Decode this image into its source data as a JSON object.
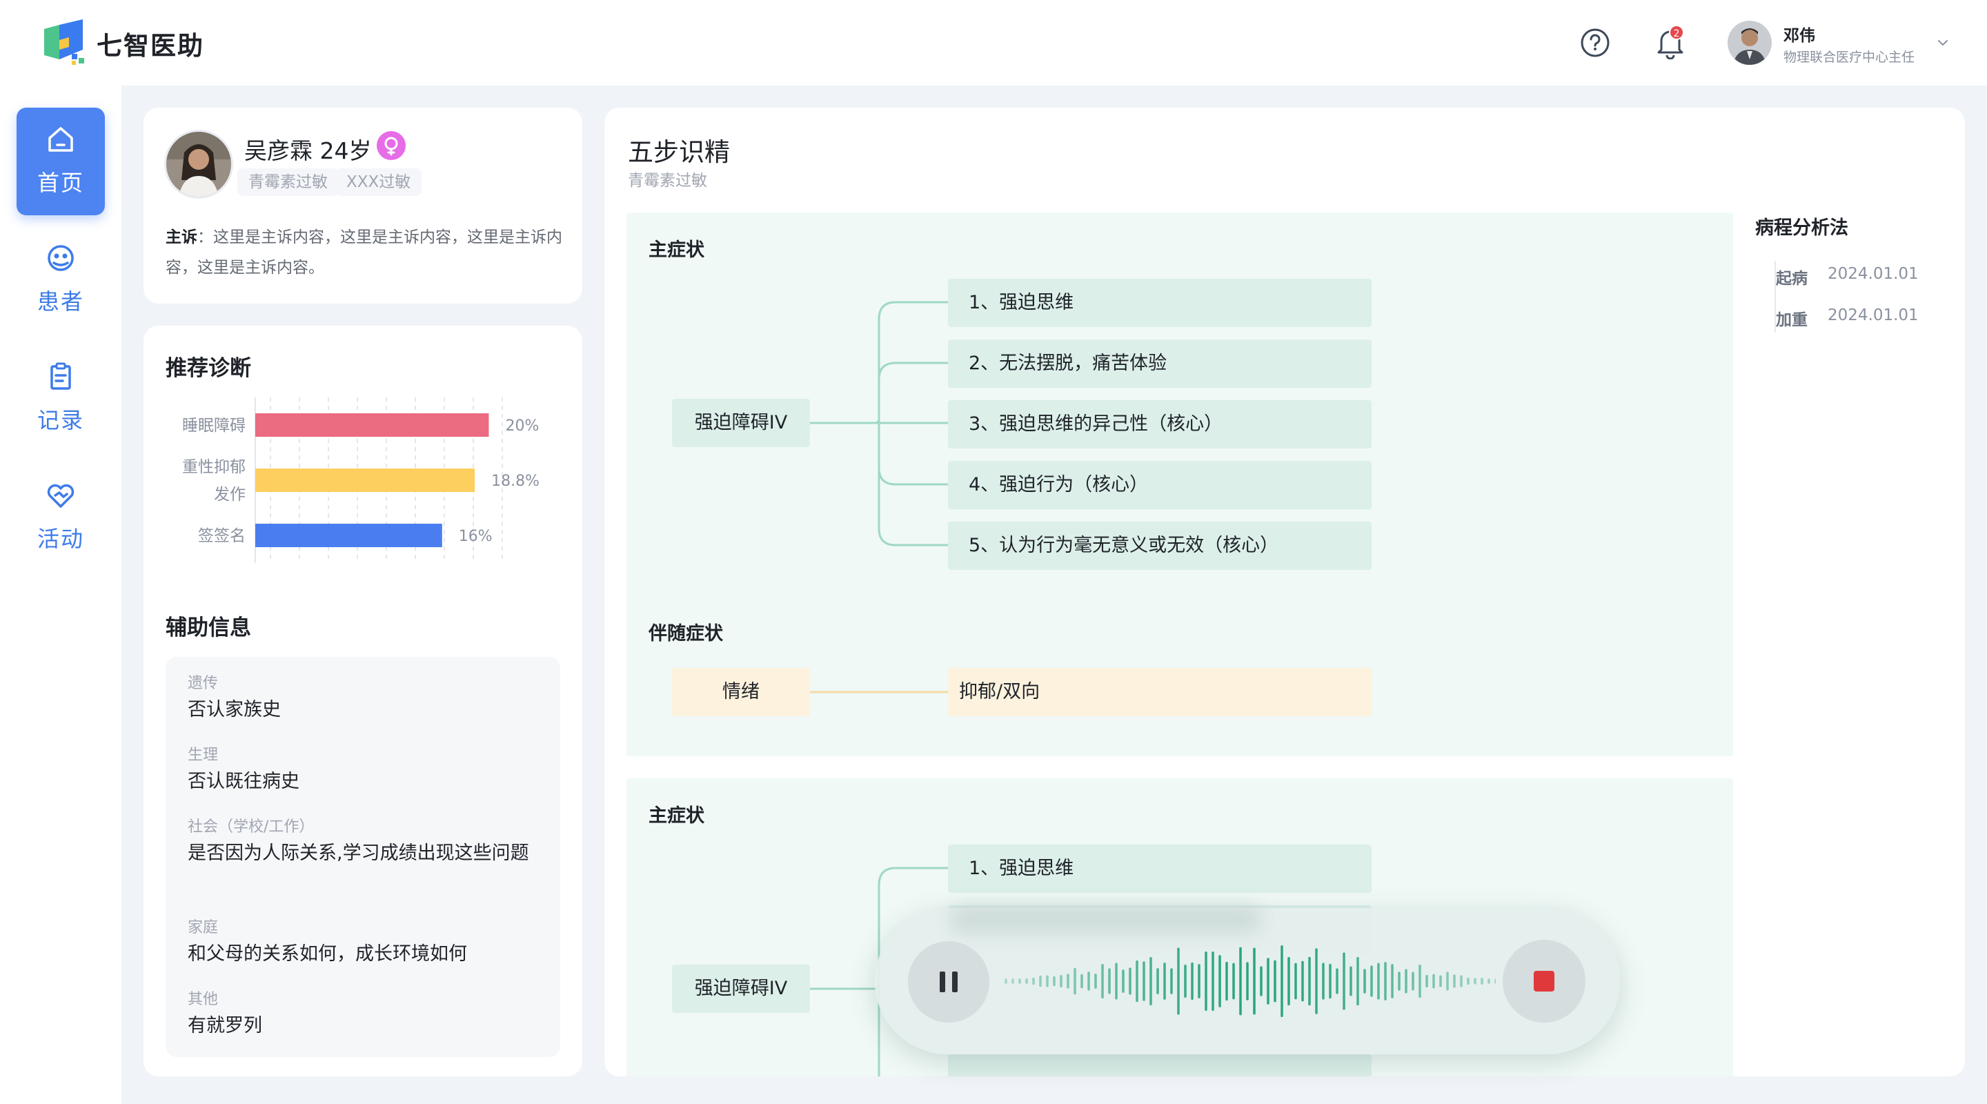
{
  "app": {
    "title": "七智医助"
  },
  "header": {
    "notification_count": "2",
    "user": {
      "name": "邓伟",
      "title": "物理联合医疗中心主任"
    }
  },
  "sidebar": {
    "items": [
      {
        "label": "首页",
        "icon": "home-icon",
        "active": true
      },
      {
        "label": "患者",
        "icon": "patient-icon",
        "active": false
      },
      {
        "label": "记录",
        "icon": "clipboard-icon",
        "active": false
      },
      {
        "label": "活动",
        "icon": "heart-handshake-icon",
        "active": false
      }
    ]
  },
  "patient": {
    "name_age": "吴彦霖  24岁",
    "gender": "female",
    "tags": [
      "青霉素过敏",
      "XXX过敏"
    ],
    "complaint_label": "主诉",
    "complaint_text": "：这里是主诉内容，这里是主诉内容，这里是主诉内容，这里是主诉内容。"
  },
  "diagnosis": {
    "title": "推荐诊断",
    "chart_data": {
      "type": "bar",
      "orientation": "horizontal",
      "categories": [
        "睡眠障碍",
        "重性抑郁发作",
        "签签名"
      ],
      "category_lines": [
        [
          "睡眠障碍"
        ],
        [
          "重性抑郁",
          "发作"
        ],
        [
          "签签名"
        ]
      ],
      "values": [
        20,
        18.8,
        16
      ],
      "value_labels": [
        "20%",
        "18.8%",
        "16%"
      ],
      "colors": [
        "#eb6b80",
        "#fdcf5f",
        "#4a7ef0"
      ],
      "xlim": [
        0,
        26
      ],
      "grid": true
    }
  },
  "aux": {
    "title": "辅助信息",
    "items": [
      {
        "label": "遗传",
        "value": "否认家族史"
      },
      {
        "label": "生理",
        "value": "否认既往病史"
      },
      {
        "label": "社会（学校/工作）",
        "value": "是否因为人际关系,学习成绩出现这些问题"
      },
      {
        "label": "家庭",
        "value": "和父母的关系如何，成长环境如何"
      },
      {
        "label": "其他",
        "value": "有就罗列"
      }
    ]
  },
  "main": {
    "title": "五步识精",
    "subtitle": "青霉素过敏",
    "panel1": {
      "main_label": "主症状",
      "root": "强迫障碍IV",
      "leaves": [
        "1、强迫思维",
        "2、无法摆脱，痛苦体验",
        "3、强迫思维的异己性（核心）",
        "4、强迫行为（核心）",
        "5、认为行为毫无意义或无效（核心）"
      ],
      "accompany_label": "伴随症状",
      "accompany_root": "情绪",
      "accompany_leaf": "抑郁/双向"
    },
    "panel2": {
      "main_label": "主症状",
      "root": "强迫障碍IV",
      "leaves": [
        "1、强迫思维"
      ]
    },
    "analysis": {
      "title": "病程分析法",
      "items": [
        {
          "key": "起病",
          "date": "2024.01.01"
        },
        {
          "key": "加重",
          "date": "2024.01.01"
        }
      ]
    }
  },
  "recorder": {
    "state": "recording",
    "colors": {
      "wave": "#2aa57d",
      "stop": "#e0393c"
    }
  }
}
